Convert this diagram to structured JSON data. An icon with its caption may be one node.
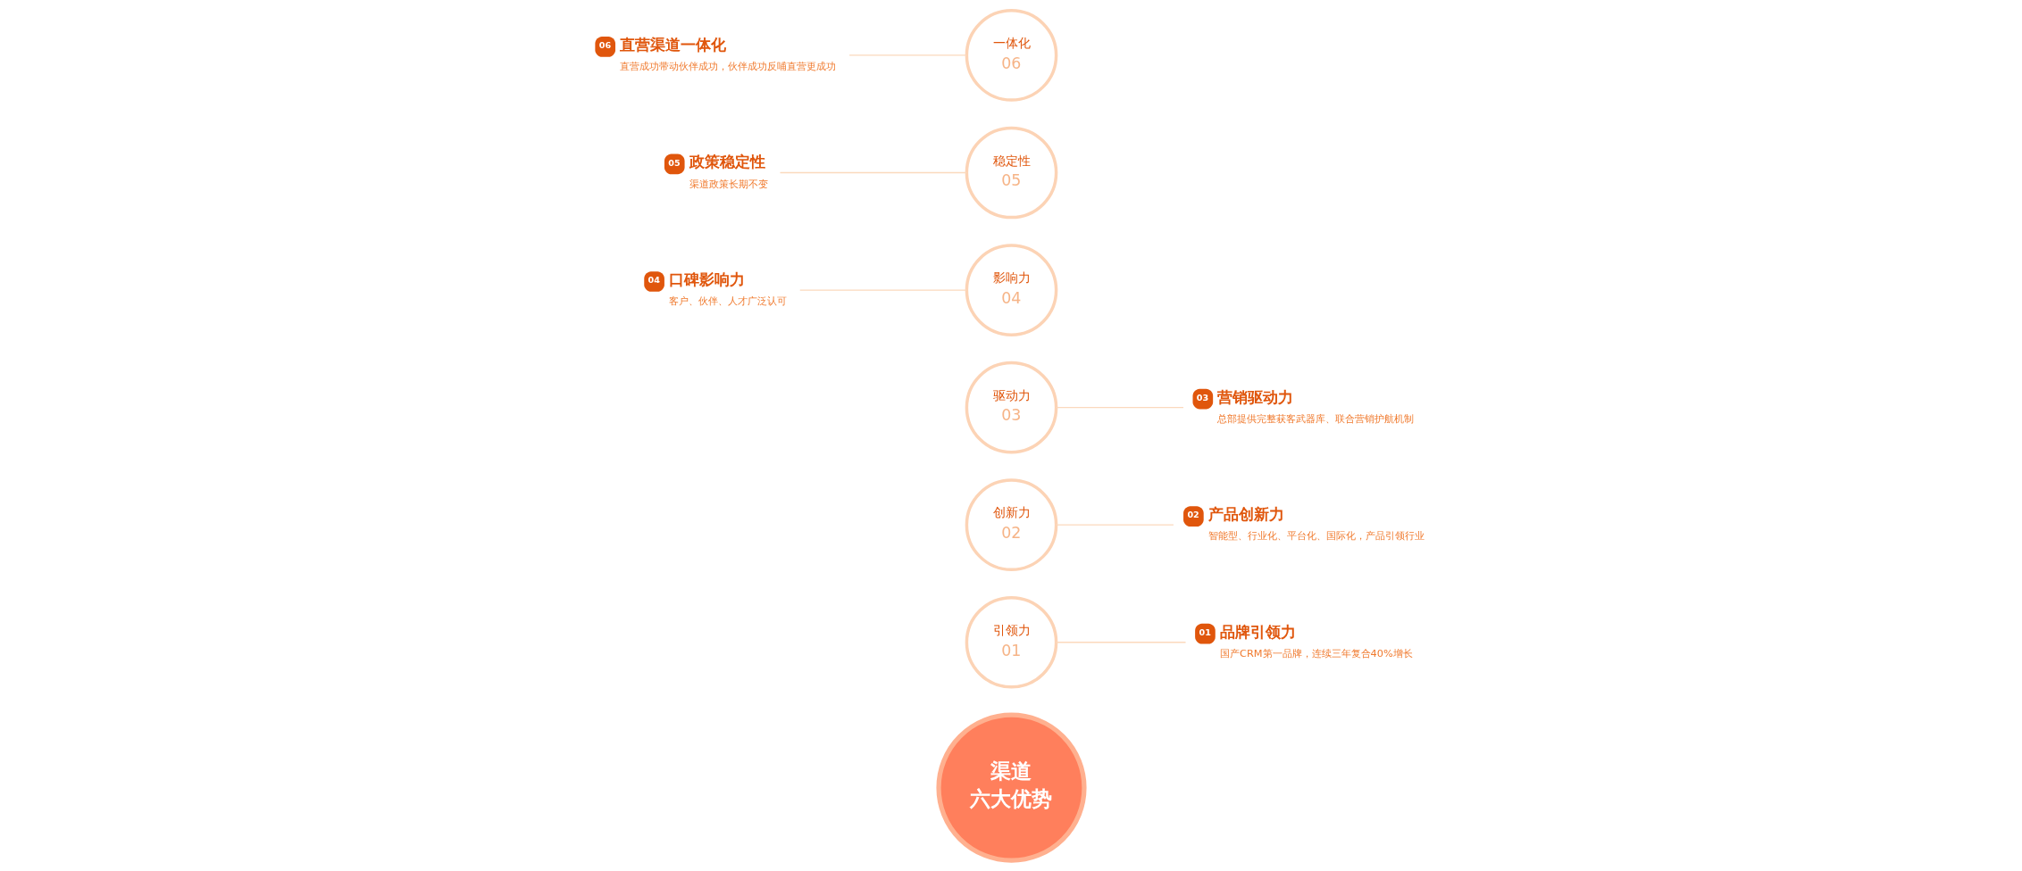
{
  "diagram": {
    "nodes": [
      {
        "text": [
          "渠道",
          "六大优势"
        ]
      },
      {
        "text": [
          "引领力",
          "01"
        ]
      },
      {
        "text": [
          "创新力",
          "02"
        ]
      },
      {
        "text": [
          "驱动力",
          "03"
        ]
      },
      {
        "text": [
          "影响力",
          "04"
        ]
      },
      {
        "text": [
          "稳定性",
          "05"
        ]
      },
      {
        "text": [
          "一体化",
          "06"
        ]
      },
      {
        "text": [
          "01",
          "品牌引领力",
          "国产CRM第一品牌，连续三年复合40%增长"
        ]
      },
      {
        "text": [
          "02",
          "产品创新力",
          "智能型、行业化、平台化、国际化，产品引领行业"
        ]
      },
      {
        "text": [
          "03",
          "营销驱动力",
          "总部提供完整获客武器库、联合营销护航机制"
        ]
      },
      {
        "text": [
          "04",
          "口碑影响力",
          "客户、伙伴、人才广泛认可"
        ]
      },
      {
        "text": [
          "05",
          "政策稳定性",
          "渠道政策长期不变"
        ]
      },
      {
        "text": [
          "06",
          "直营渠道一体化",
          "直营成功带动伙伴成功，伙伴成功反哺直营更成功"
        ]
      }
    ],
    "edges": [
      {
        "from": 1,
        "to": 7,
        "arrow": "none"
      },
      {
        "from": 2,
        "to": 8,
        "arrow": "none"
      },
      {
        "from": 3,
        "to": 9,
        "arrow": "none"
      },
      {
        "from": 10,
        "to": 4,
        "arrow": "none"
      },
      {
        "from": 11,
        "to": 5,
        "arrow": "none"
      },
      {
        "from": 12,
        "to": 6,
        "arrow": "none"
      }
    ]
  }
}
